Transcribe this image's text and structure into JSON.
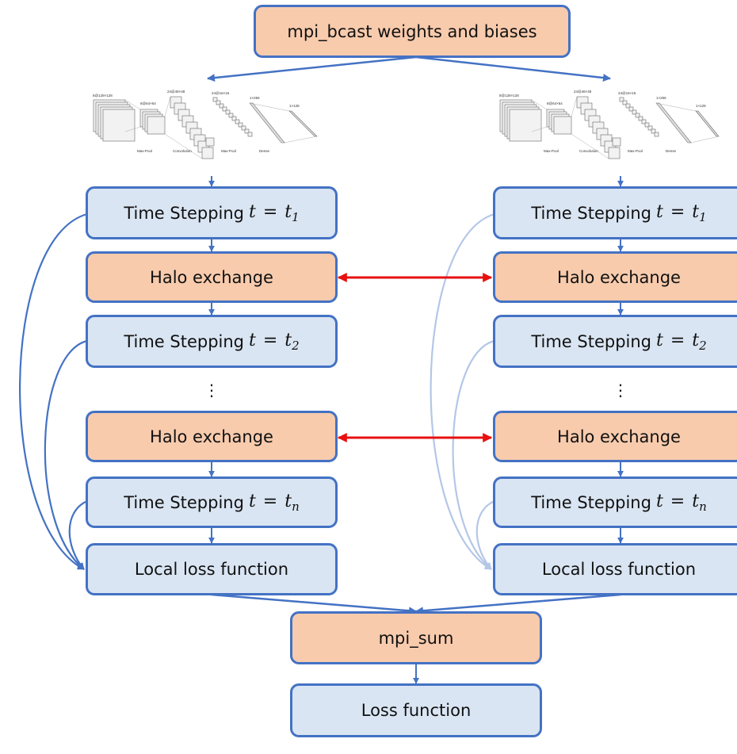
{
  "top_box": {
    "label": "mpi_bcast weights and biases"
  },
  "cnn_labels": {
    "l1": "8@128×128",
    "l2": "8@64×64",
    "l3": "24@48×48",
    "l4": "24@16×16",
    "l5": "1×256",
    "l6": "1×128",
    "b1": "Max-Pool",
    "b2": "Convolution",
    "b3": "Max-Pool",
    "b4": "Dense"
  },
  "columns": [
    {
      "time_step_1": {
        "prefix": "Time Stepping",
        "var": "t",
        "eq": "=",
        "val": "t",
        "sub": "1"
      },
      "halo_1": "Halo exchange",
      "time_step_2": {
        "prefix": "Time Stepping",
        "var": "t",
        "eq": "=",
        "val": "t",
        "sub": "2"
      },
      "ellipsis": "⋮",
      "halo_2": "Halo exchange",
      "time_step_n": {
        "prefix": "Time Stepping",
        "var": "t",
        "eq": "=",
        "val": "t",
        "sub": "n"
      },
      "local_loss": "Local loss function"
    },
    {
      "time_step_1": {
        "prefix": "Time Stepping",
        "var": "t",
        "eq": "=",
        "val": "t",
        "sub": "1"
      },
      "halo_1": "Halo exchange",
      "time_step_2": {
        "prefix": "Time Stepping",
        "var": "t",
        "eq": "=",
        "val": "t",
        "sub": "2"
      },
      "ellipsis": "⋮",
      "halo_2": "Halo exchange",
      "time_step_n": {
        "prefix": "Time Stepping",
        "var": "t",
        "eq": "=",
        "val": "t",
        "sub": "n"
      },
      "local_loss": "Local loss function"
    }
  ],
  "mpi_sum": "mpi_sum",
  "loss_function": "Loss function",
  "colors": {
    "box_border": "#4472c4",
    "blue_fill": "#dae5f3",
    "orange_fill": "#f8cbad",
    "arrow_blue": "#4472c4",
    "arrow_light": "#b4c7e7",
    "halo_arrow": "#e81010"
  }
}
